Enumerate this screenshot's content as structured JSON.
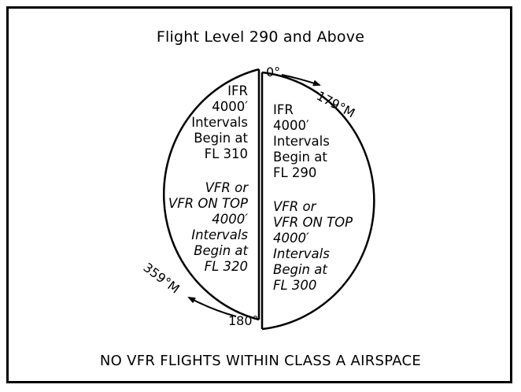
{
  "title": "Flight Level 290 and Above",
  "footer": "NO VFR FLIGHTS WITHIN CLASS A AIRSPACE",
  "left_half": {
    "ifr_lines": [
      "IFR",
      "4000′",
      "Intervals",
      "Begin at",
      "FL 310"
    ],
    "vfr_lines": [
      "VFR or",
      "VFR ON TOP",
      "4000′",
      "Intervals",
      "Begin at",
      "FL 320"
    ]
  },
  "right_half": {
    "ifr_lines": [
      "IFR",
      "4000′",
      "Intervals",
      "Begin at",
      "FL 290"
    ],
    "vfr_lines": [
      "VFR or",
      "VFR ON TOP",
      "4000′",
      "Intervals",
      "Begin at",
      "FL 300"
    ]
  },
  "course_labels": {
    "top_start": "0°",
    "top_end": "179°M",
    "bottom_start": "180°",
    "bottom_end": "359°M"
  }
}
